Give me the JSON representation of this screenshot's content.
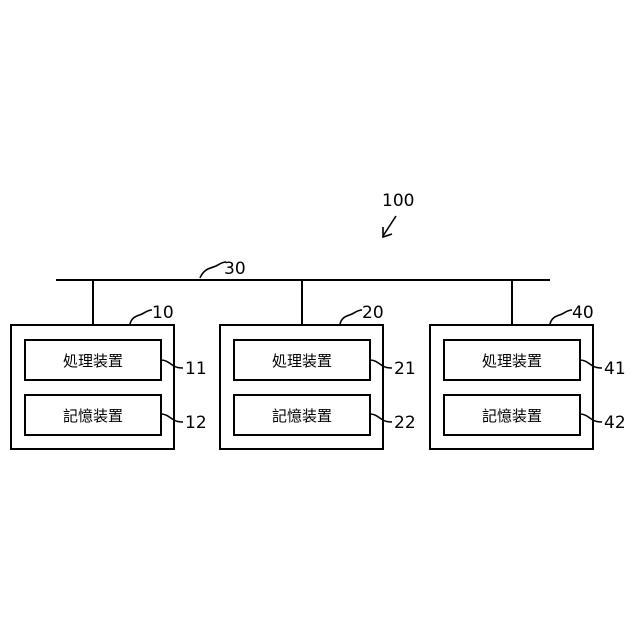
{
  "diagram": {
    "system_ref": "100",
    "bus_ref": "30",
    "nodes": [
      {
        "ref": "10",
        "units": [
          {
            "label": "処理装置",
            "ref": "11"
          },
          {
            "label": "記憶装置",
            "ref": "12"
          }
        ]
      },
      {
        "ref": "20",
        "units": [
          {
            "label": "処理装置",
            "ref": "21"
          },
          {
            "label": "記憶装置",
            "ref": "22"
          }
        ]
      },
      {
        "ref": "40",
        "units": [
          {
            "label": "処理装置",
            "ref": "41"
          },
          {
            "label": "記憶装置",
            "ref": "42"
          }
        ]
      }
    ]
  }
}
